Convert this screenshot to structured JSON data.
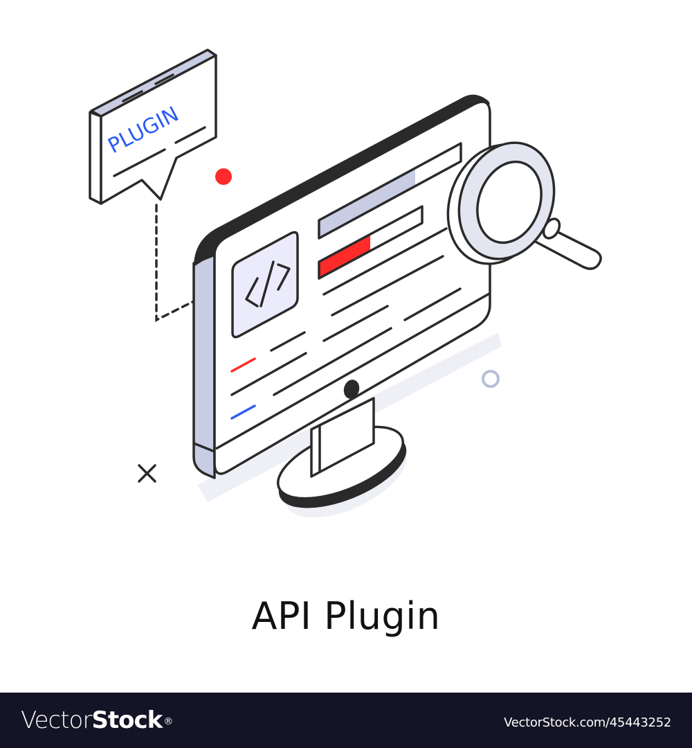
{
  "illustration": {
    "bubble_label": "PLUGIN",
    "code_icon_glyph": "</>",
    "caption": "API Plugin",
    "colors": {
      "outline": "#2a2a2a",
      "accent_blue": "#2b5cf6",
      "accent_red": "#ff2a2a",
      "lavender": "#c9cde3",
      "light_lavender": "#ebebfb",
      "shadow": "#eef0f6",
      "ring_gray": "#b8bfd6",
      "background": "#ffffff"
    },
    "icons": [
      "speech-bubble-icon",
      "monitor-icon",
      "code-icon",
      "magnifying-glass-icon",
      "red-dot-icon",
      "circle-outline-icon",
      "cross-icon"
    ]
  },
  "footer": {
    "brand_light": "Vector",
    "brand_bold": "Stock",
    "brand_mark": "®",
    "stock_id": "VectorStock.com/45443252",
    "background": "#141426"
  }
}
